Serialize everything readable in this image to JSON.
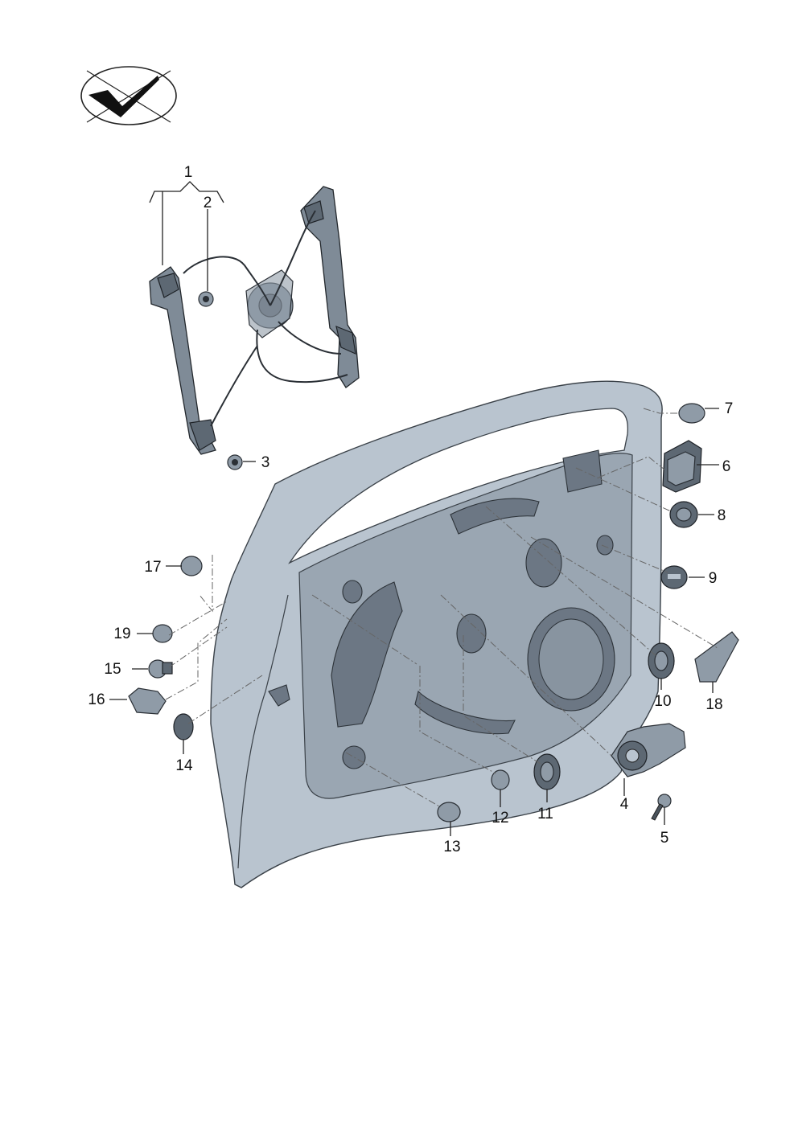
{
  "callouts": [
    {
      "id": "c1",
      "text": "1"
    },
    {
      "id": "c2",
      "text": "2"
    },
    {
      "id": "c3",
      "text": "3"
    },
    {
      "id": "c4",
      "text": "4"
    },
    {
      "id": "c5",
      "text": "5"
    },
    {
      "id": "c6",
      "text": "6"
    },
    {
      "id": "c7",
      "text": "7"
    },
    {
      "id": "c8",
      "text": "8"
    },
    {
      "id": "c9",
      "text": "9"
    },
    {
      "id": "c10",
      "text": "10"
    },
    {
      "id": "c11",
      "text": "11"
    },
    {
      "id": "c12",
      "text": "12"
    },
    {
      "id": "c13",
      "text": "13"
    },
    {
      "id": "c14",
      "text": "14"
    },
    {
      "id": "c15",
      "text": "15"
    },
    {
      "id": "c16",
      "text": "16"
    },
    {
      "id": "c17",
      "text": "17"
    },
    {
      "id": "c18",
      "text": "18"
    },
    {
      "id": "c19",
      "text": "19"
    }
  ],
  "logo": {
    "icon": "check-mark-logo-icon"
  }
}
